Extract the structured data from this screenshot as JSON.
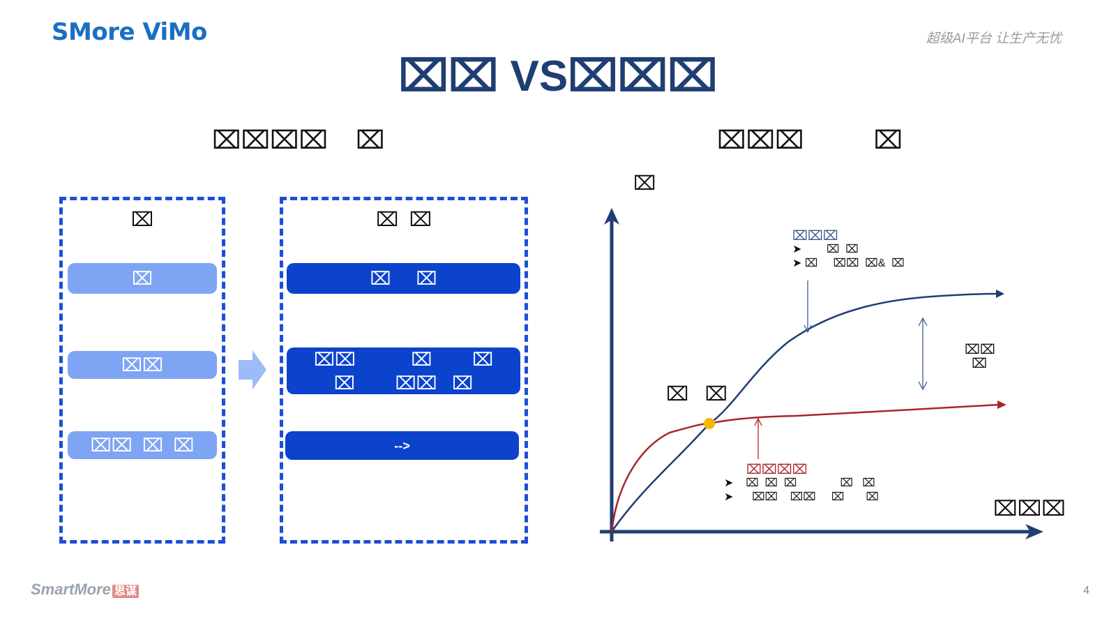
{
  "brand": {
    "logo": "SMore ViMo",
    "slogan": "超级AI平台  让生产无忧"
  },
  "title": "⌧⌧    VS⌧⌧⌧",
  "subtitles": {
    "left": "⌧⌧⌧⌧    ⌧",
    "right": "⌧⌧⌧          ⌧"
  },
  "left_panel": {
    "header": "⌧",
    "bars": [
      "⌧",
      "⌧⌧",
      "⌧⌧  ⌧  ⌧"
    ]
  },
  "right_panel": {
    "header": "⌧  ⌧",
    "bars": [
      "⌧     ⌧",
      "⌧⌧           ⌧        ⌧\n⌧        ⌧⌧   ⌧",
      "-->"
    ]
  },
  "chart": {
    "y_axis_label": "⌧",
    "x_axis_label": "⌧⌧⌧",
    "intersection_label": "⌧   ⌧",
    "gap_label": "⌧⌧\n⌧",
    "blue_note": {
      "title": "⌧⌧⌧",
      "bullets": [
        "➤        ⌧  ⌧",
        "➤ ⌧     ⌧⌧  ⌧&  ⌧"
      ]
    },
    "red_note": {
      "title": "⌧⌧⌧⌧",
      "bullets": [
        "➤    ⌧  ⌧  ⌧              ⌧   ⌧",
        "➤      ⌧⌧    ⌧⌧     ⌧       ⌧"
      ]
    },
    "colors": {
      "axis": "#1f3e73",
      "blue_curve": "#1f3e73",
      "red_curve": "#a8262b",
      "intersection": "#f5b800"
    }
  },
  "footer": {
    "logo": "SmartMore",
    "logo_tag": "思谋",
    "page_number": "4"
  }
}
